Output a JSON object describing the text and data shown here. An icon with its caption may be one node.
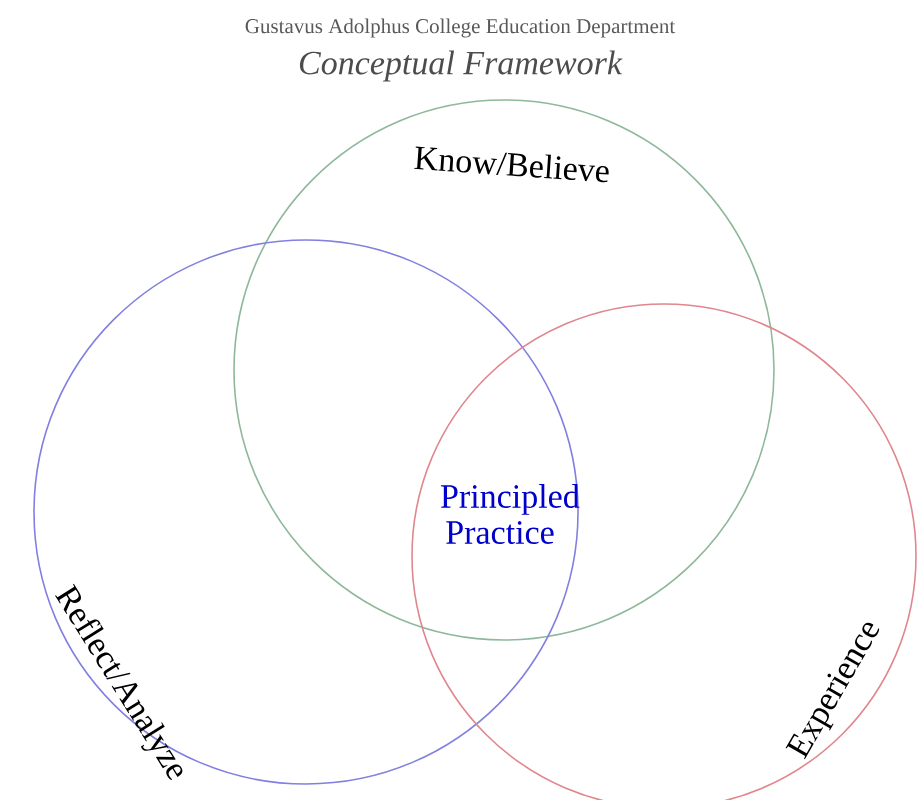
{
  "diagram": {
    "title": "Gustavus Adolphus College Education Department",
    "nodes": [
      {
        "text": [
          "Know/Believe"
        ]
      },
      {
        "text": [
          "Reflect/Analyze"
        ]
      },
      {
        "text": [
          "Experience"
        ]
      }
    ],
    "labels": [
      "Conceptual Framework",
      "Principled Practice"
    ]
  }
}
